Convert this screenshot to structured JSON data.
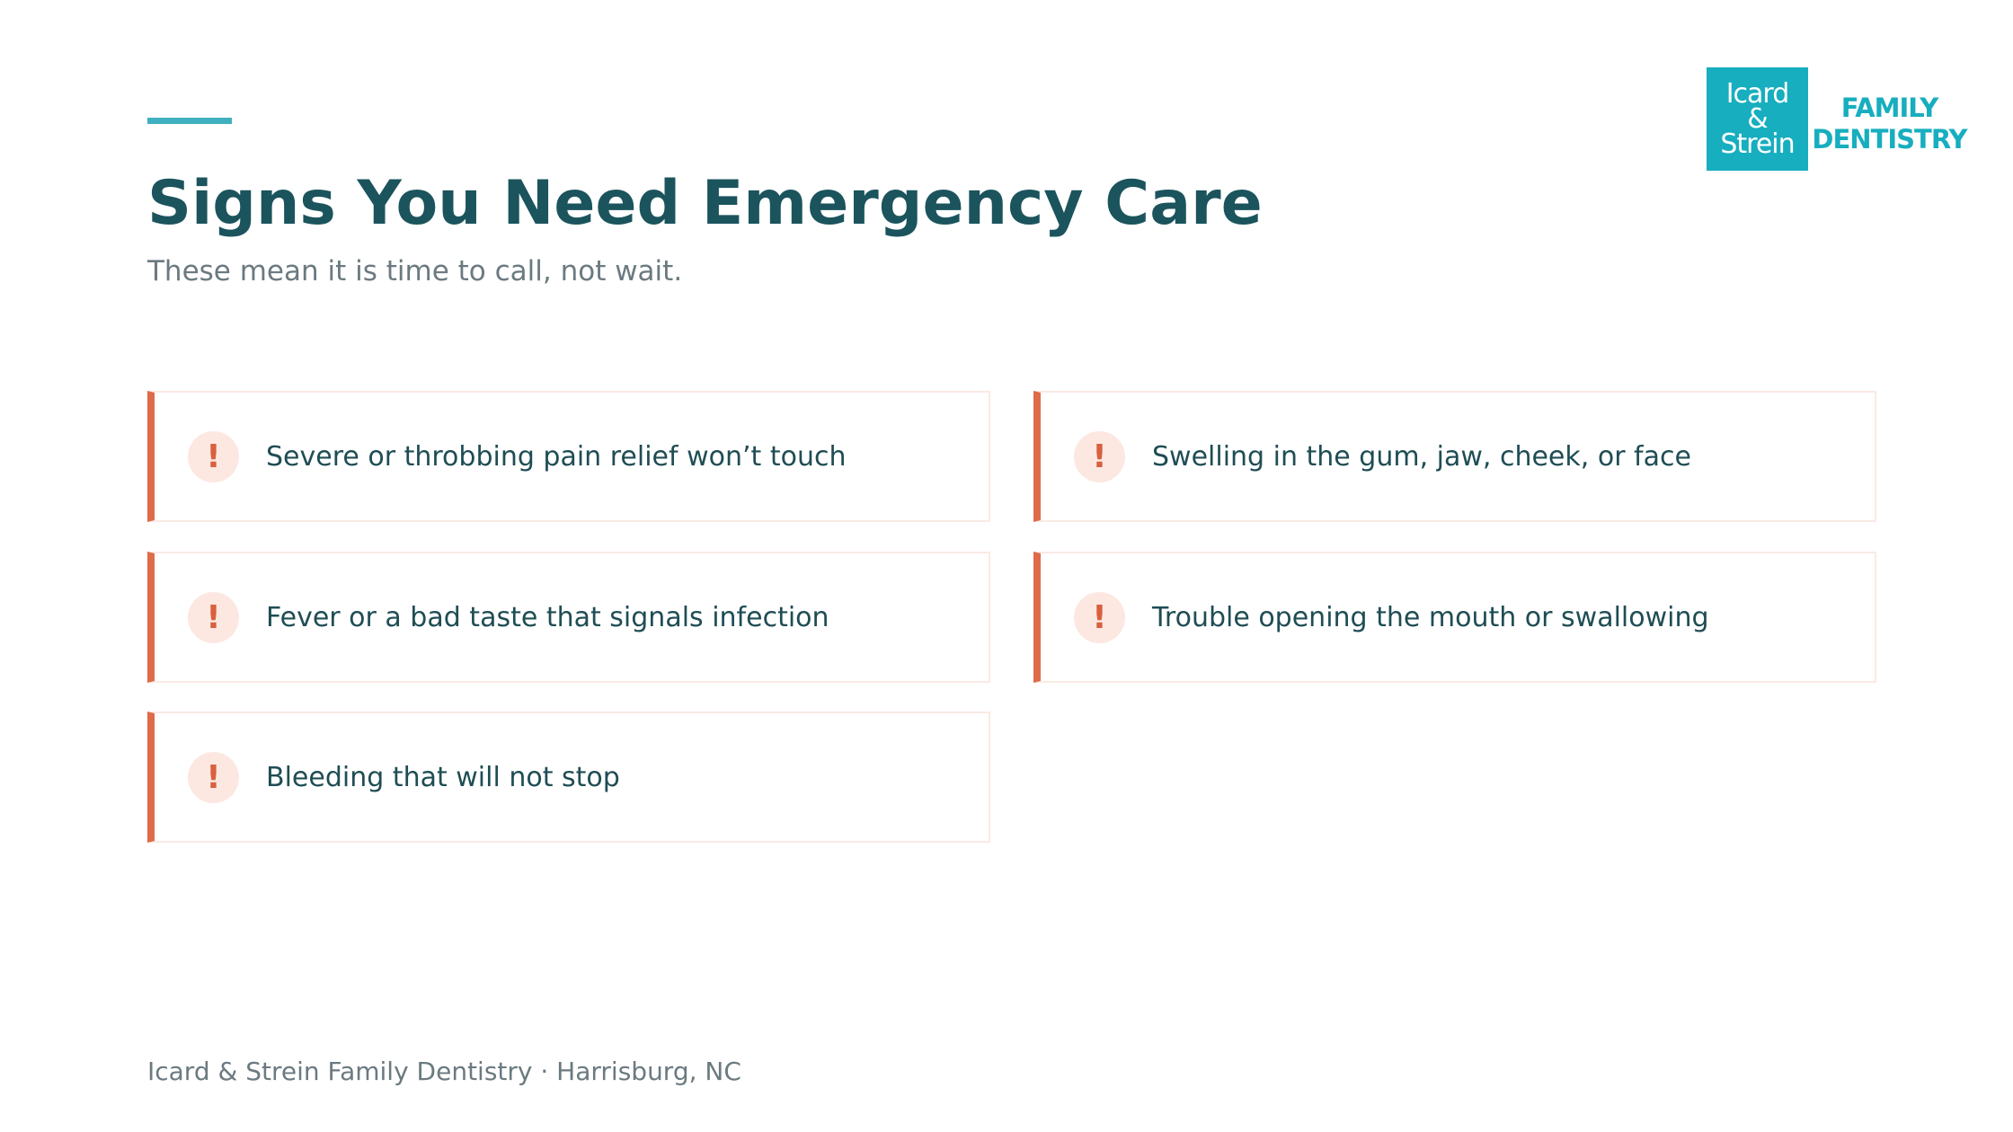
{
  "header": {
    "title": "Signs You Need Emergency Care",
    "subtitle": "These mean it is time to call, not wait."
  },
  "logo": {
    "box_lines": [
      "Icard",
      "&",
      "Strein"
    ],
    "text_lines": [
      "FAMILY",
      "DENTISTRY"
    ]
  },
  "signs": [
    {
      "icon": "!",
      "label": "Severe or throbbing pain relief won’t touch"
    },
    {
      "icon": "!",
      "label": "Swelling in the gum, jaw, cheek, or face"
    },
    {
      "icon": "!",
      "label": "Fever or a bad taste that signals infection"
    },
    {
      "icon": "!",
      "label": "Trouble opening the mouth or swallowing"
    },
    {
      "icon": "!",
      "label": "Bleeding that will not stop"
    }
  ],
  "footer": {
    "text": "Icard & Strein Family Dentistry · Harrisburg, NC"
  },
  "colors": {
    "accent_teal": "#3fb0bf",
    "title": "#1b545d",
    "warning": "#de6b49",
    "logo": "#17aebf"
  }
}
